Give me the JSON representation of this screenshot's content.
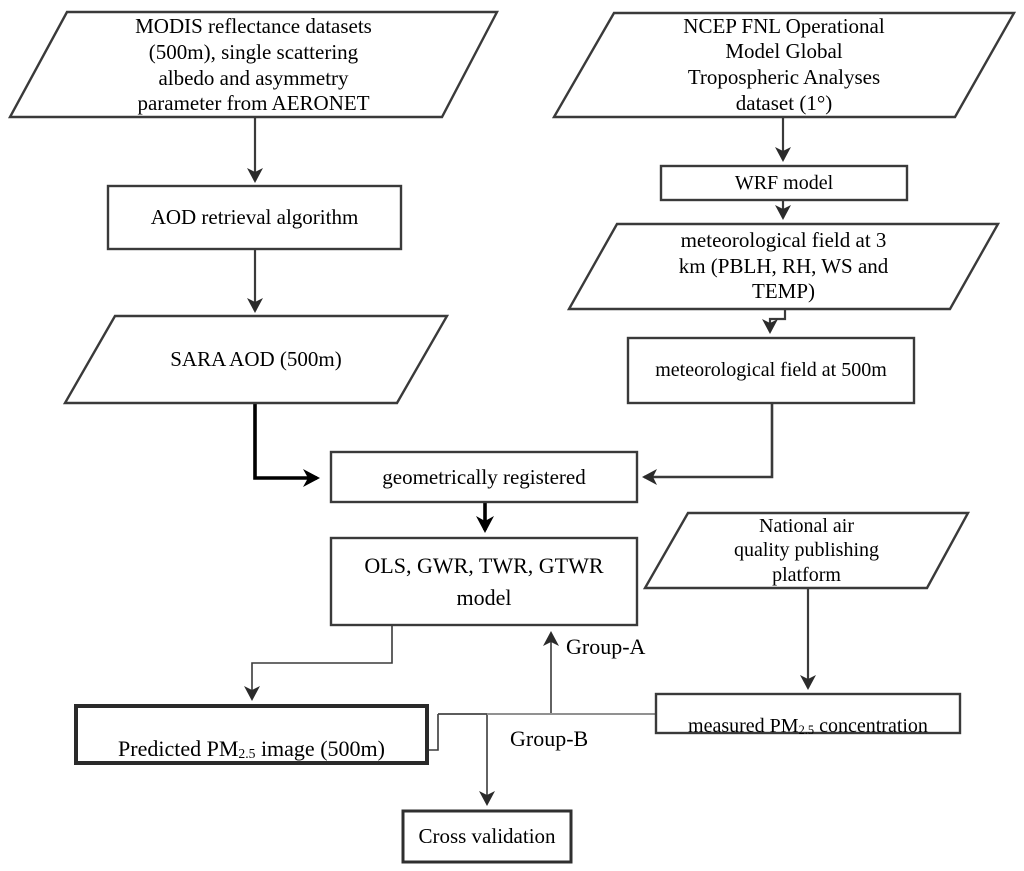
{
  "diagram": {
    "type": "flowchart",
    "nodes": {
      "modis": {
        "shape": "parallelogram",
        "label": "MODIS reflectance datasets\n(500m), single scattering\nalbedo and asymmetry\nparameter  from AERONET"
      },
      "aod_retrieval": {
        "shape": "rectangle",
        "label": "AOD retrieval algorithm"
      },
      "sara_aod": {
        "shape": "parallelogram",
        "label": "SARA AOD (500m)"
      },
      "ncep": {
        "shape": "parallelogram",
        "label": "NCEP FNL Operational\nModel Global\nTropospheric Analyses\ndataset (1°)"
      },
      "wrf": {
        "shape": "rectangle",
        "label": "WRF model"
      },
      "met_3km": {
        "shape": "parallelogram",
        "label": "meteorological field at 3\nkm (PBLH, RH, WS and\nTEMP)"
      },
      "met_500m": {
        "shape": "rectangle",
        "label": "meteorological field at 500m"
      },
      "geo_registered": {
        "shape": "rectangle",
        "label": "geometrically registered"
      },
      "ols_model": {
        "shape": "rectangle",
        "label": "OLS, GWR, TWR, GTWR\nmodel"
      },
      "national_platform": {
        "shape": "parallelogram",
        "label": "National air\nquality publishing\nplatform"
      },
      "predicted_pm25": {
        "shape": "rectangle",
        "prefix": "Predicted PM",
        "sub": "2.5",
        "suffix": " image (500m)"
      },
      "measured_pm25": {
        "shape": "rectangle",
        "prefix": "measured PM",
        "sub": "2.5",
        "suffix": " concentration"
      },
      "cross_validation": {
        "shape": "rectangle",
        "label": "Cross validation"
      }
    },
    "edge_labels": {
      "group_a": "Group-A",
      "group_b": "Group-B"
    },
    "edges": [
      {
        "from": "modis",
        "to": "aod_retrieval"
      },
      {
        "from": "aod_retrieval",
        "to": "sara_aod"
      },
      {
        "from": "ncep",
        "to": "wrf"
      },
      {
        "from": "wrf",
        "to": "met_3km"
      },
      {
        "from": "met_3km",
        "to": "met_500m"
      },
      {
        "from": "sara_aod",
        "to": "geo_registered"
      },
      {
        "from": "met_500m",
        "to": "geo_registered"
      },
      {
        "from": "geo_registered",
        "to": "ols_model"
      },
      {
        "from": "ols_model",
        "to": "predicted_pm25"
      },
      {
        "from": "national_platform",
        "to": "measured_pm25"
      },
      {
        "from": "measured_pm25",
        "to": "ols_model",
        "label": "Group-A"
      },
      {
        "from": "predicted_pm25",
        "to": "cross_validation",
        "label": "Group-B"
      },
      {
        "from": "measured_pm25",
        "to": "cross_validation",
        "label": "Group-B"
      }
    ],
    "colors": {
      "background": "#ffffff",
      "stroke": "#3a3a3a",
      "thick_stroke": "#000000",
      "gray_line": "#919191"
    }
  }
}
